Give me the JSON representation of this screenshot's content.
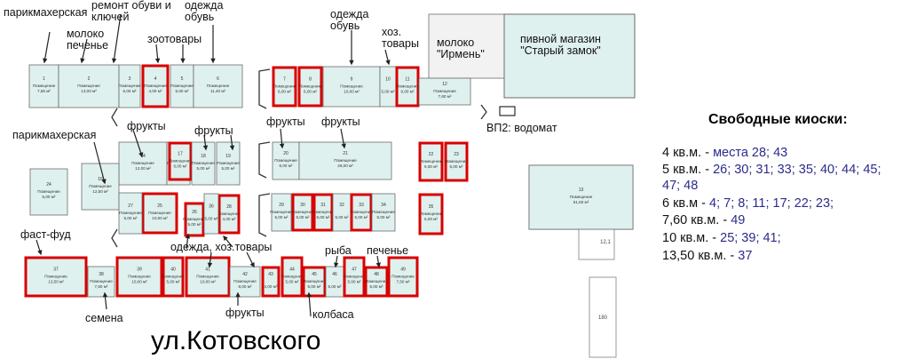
{
  "map": {
    "street": "ул.Котовского",
    "kiosk_caption": "Помещение",
    "labels": {
      "parikmakherskaya_top": "парикмахерская",
      "remont": "ремонт обуви и\nключей",
      "odezhda_obuv_top": "одежда\nобувь",
      "moloko_pechene": "молоко\nпеченье",
      "zootovary": "зоотовары",
      "odezhda_obuv_mid": "одежда\nобувь",
      "khoz_tovary_top": "хоз.\nтовары",
      "moloko_irmen": "молоко\n\"Ирмень\"",
      "pivnoy": "пивной магазин\n\"Старый замок\"",
      "vp2": "ВП2: водомат",
      "frukty_1": "фрукты",
      "frukty_2": "фрукты",
      "frukty_3": "фрукты",
      "frukty_4": "фрукты",
      "parikmakherskaya_left": "парикмахерская",
      "fast_food": "фаст-фуд",
      "odezhda_khoz": "одежда, хоз.товары",
      "ryba": "рыба",
      "pechene": "печенье",
      "semena": "семена",
      "frukty_bottom": "фрукты",
      "kolbasa": "колбаса"
    },
    "kiosks": [
      {
        "n": "1",
        "area": "7,55 м²",
        "free": false
      },
      {
        "n": "2",
        "area": "13,00 м²",
        "free": false
      },
      {
        "n": "3",
        "area": "6,00 м²",
        "free": false
      },
      {
        "n": "4",
        "area": "4,00 м²",
        "free": true
      },
      {
        "n": "5",
        "area": "5,00 м²",
        "free": false
      },
      {
        "n": "6",
        "area": "11,40 м²",
        "free": false
      },
      {
        "n": "7",
        "area": "6,00 м²",
        "free": true
      },
      {
        "n": "8",
        "area": "6,00 м²",
        "free": true
      },
      {
        "n": "9",
        "area": "10,00 м²",
        "free": false
      },
      {
        "n": "10",
        "area": "5,00 м²",
        "free": false
      },
      {
        "n": "11",
        "area": "6,00 м²",
        "free": true
      },
      {
        "n": "12",
        "area": "7,60 м²",
        "free": false
      },
      {
        "n": "13",
        "area": "51,60 м²",
        "free": false
      },
      {
        "n": "14",
        "area": "12,00 м²",
        "free": false
      },
      {
        "n": "15",
        "area": "6,00 м²",
        "free": false
      },
      {
        "n": "16",
        "area": "12,50 м²",
        "free": false
      },
      {
        "n": "17",
        "area": "6,00 м²",
        "free": true
      },
      {
        "n": "18",
        "area": "5,00 м²",
        "free": false
      },
      {
        "n": "19",
        "area": "5,00 м²",
        "free": false
      },
      {
        "n": "20",
        "area": "6,00 м²",
        "free": false
      },
      {
        "n": "21",
        "area": "26,00 м²",
        "free": false
      },
      {
        "n": "22",
        "area": "6,00 м²",
        "free": true
      },
      {
        "n": "23",
        "area": "6,00 м²",
        "free": true
      },
      {
        "n": "24",
        "area": "5,00 м²",
        "free": false
      },
      {
        "n": "25",
        "area": "10,00 м²",
        "free": true
      },
      {
        "n": "26",
        "area": "5,00 м²",
        "free": true
      },
      {
        "n": "27",
        "area": "5,00 м²",
        "free": false
      },
      {
        "n": "28",
        "area": "4,00 м²",
        "free": true
      },
      {
        "n": "29",
        "area": "5,00 м²",
        "free": false
      },
      {
        "n": "30",
        "area": "5,00 м²",
        "free": true
      },
      {
        "n": "31",
        "area": "5,00 м²",
        "free": true
      },
      {
        "n": "32",
        "area": "5,00 м²",
        "free": false
      },
      {
        "n": "33",
        "area": "5,00 м²",
        "free": true
      },
      {
        "n": "34",
        "area": "5,00 м²",
        "free": false
      },
      {
        "n": "35",
        "area": "5,00 м²",
        "free": true
      },
      {
        "n": "36",
        "area": "5,00 м²",
        "free": false
      },
      {
        "n": "37",
        "area": "13,50 м²",
        "free": true
      },
      {
        "n": "38",
        "area": "7,50 м²",
        "free": false
      },
      {
        "n": "39",
        "area": "10,00 м²",
        "free": true
      },
      {
        "n": "40",
        "area": "5,00 м²",
        "free": true
      },
      {
        "n": "41",
        "area": "10,00 м²",
        "free": true
      },
      {
        "n": "42",
        "area": "8,00 м²",
        "free": false
      },
      {
        "n": "43",
        "area": "4,00 м²",
        "free": true
      },
      {
        "n": "44",
        "area": "5,00 м²",
        "free": true
      },
      {
        "n": "45",
        "area": "5,00 м²",
        "free": true
      },
      {
        "n": "46",
        "area": "5,00 м²",
        "free": false
      },
      {
        "n": "47",
        "area": "5,00 м²",
        "free": true
      },
      {
        "n": "48",
        "area": "5,00 м²",
        "free": true
      },
      {
        "n": "49",
        "area": "7,60 м²",
        "free": true
      }
    ],
    "extra_cells": [
      "12,1",
      "180"
    ]
  },
  "legend": {
    "title": "Свободные киоски:",
    "rows": [
      {
        "prefix": "4 кв.м. - ",
        "value": "места 28; 43"
      },
      {
        "prefix": "5 кв.м. - ",
        "value": "26; 30; 31; 33; 35; 40; 44; 45;"
      },
      {
        "prefix": "",
        "value": "47; 48"
      },
      {
        "prefix": "6 кв.м - ",
        "value": "4; 7; 8; 11; 17; 22; 23;"
      },
      {
        "prefix": "7,60 кв.м. - ",
        "value": "49"
      },
      {
        "prefix": "10 кв.м. - ",
        "value": "25; 39; 41;"
      },
      {
        "prefix": "13,50 кв.м. - ",
        "value": "37"
      }
    ]
  },
  "colors": {
    "kiosk_fill": "#dff1ee",
    "kiosk_stroke": "#6b6b6b",
    "free_outline": "#d80000",
    "text": "#111111",
    "legend_value": "#2b2b8c"
  }
}
